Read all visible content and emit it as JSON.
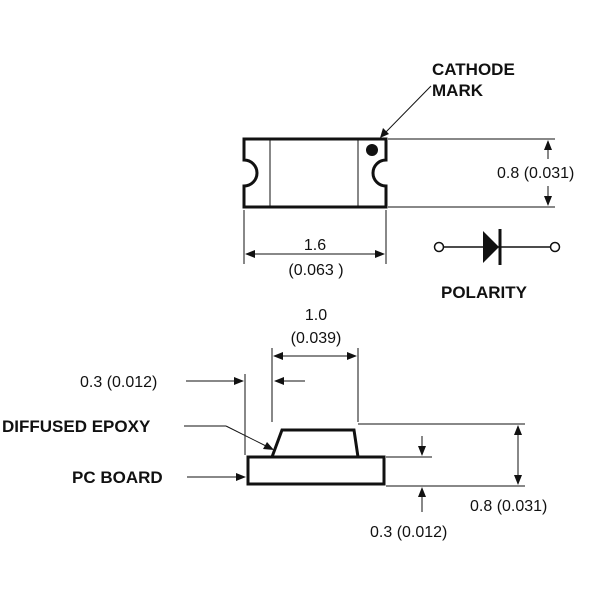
{
  "labels": {
    "cathode_line1": "CATHODE",
    "cathode_line2": "MARK",
    "polarity": "POLARITY",
    "diffused_epoxy": "DIFFUSED EPOXY",
    "pc_board": "PC BOARD"
  },
  "dimensions": {
    "top_height": "0.8 (0.031)",
    "top_width_mm": "1.6",
    "top_width_in": "(0.063 )",
    "epoxy_width_mm": "1.0",
    "epoxy_width_in": "(0.039)",
    "side_offset": "0.3 (0.012)",
    "side_height": "0.8 (0.031)",
    "board_thickness": "0.3 (0.012)"
  }
}
